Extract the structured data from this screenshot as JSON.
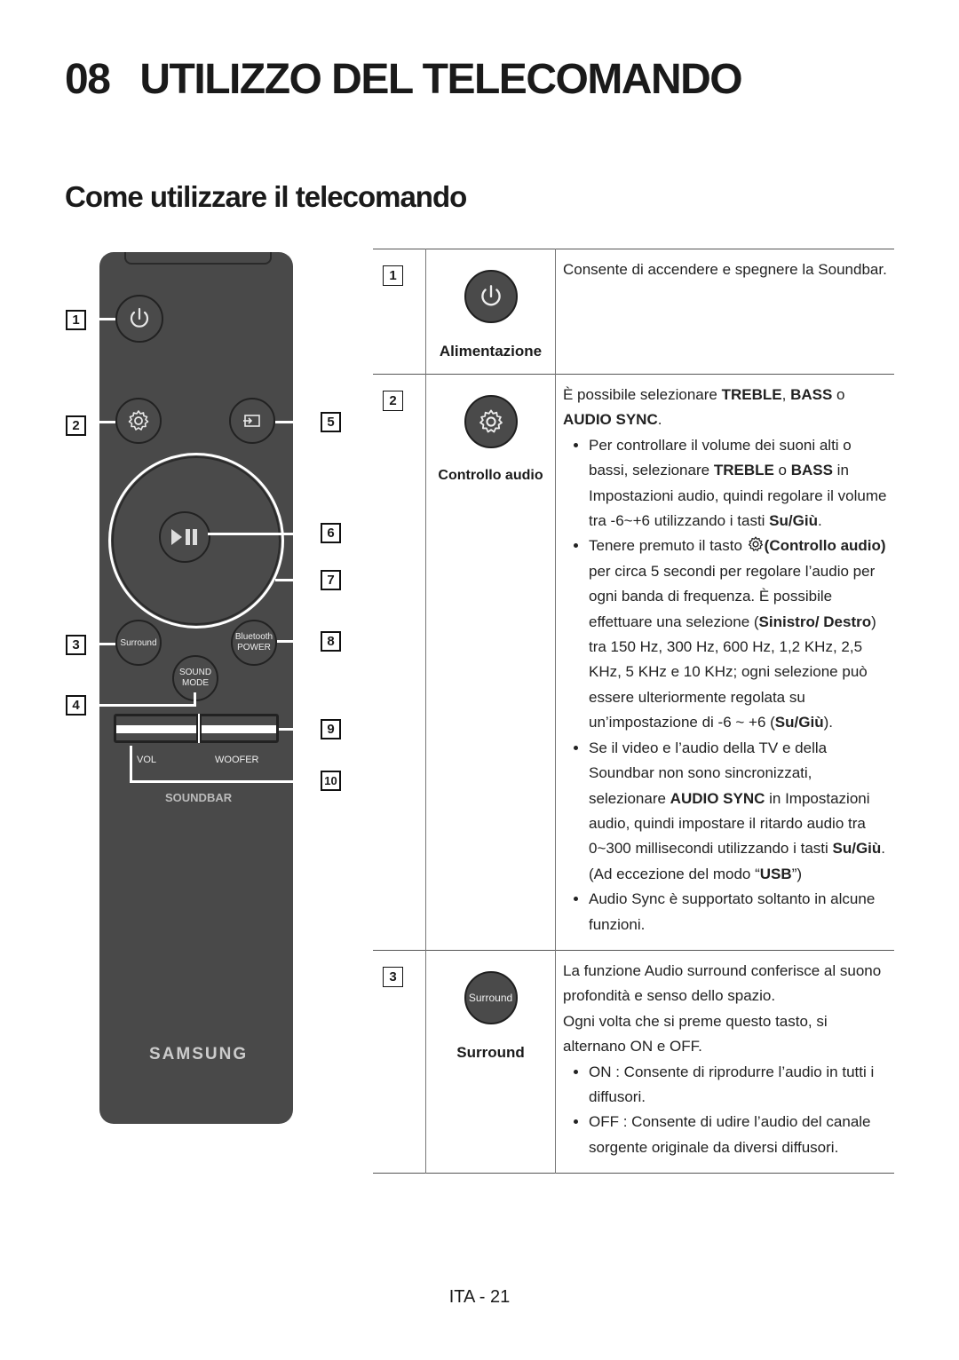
{
  "chapter": {
    "number": "08",
    "title": "UTILIZZO DEL TELECOMANDO"
  },
  "section_title": "Come utilizzare il telecomando",
  "remote": {
    "callouts": [
      "1",
      "2",
      "3",
      "4",
      "5",
      "6",
      "7",
      "8",
      "9",
      "10"
    ],
    "labels": {
      "surround": "Surround",
      "bluetooth": "Bluetooth",
      "power": "POWER",
      "sound": "SOUND",
      "mode": "MODE",
      "vol": "VOL",
      "woofer": "WOOFER",
      "soundbar": "SOUNDBAR",
      "brand": "SAMSUNG"
    }
  },
  "rows": [
    {
      "num": "1",
      "name": "Alimentazione",
      "desc": "Consente di accendere e spegnere la Soundbar."
    },
    {
      "num": "2",
      "name": "Controllo audio",
      "intro_a": "È possibile selezionare ",
      "intro_b": "TREBLE",
      "intro_c": ", ",
      "intro_d": "BASS",
      "intro_e": " o ",
      "intro_f": "AUDIO SYNC",
      "intro_g": ".",
      "b1_a": "Per controllare il volume dei suoni alti o bassi, selezionare ",
      "b1_b": "TREBLE",
      "b1_c": " o ",
      "b1_d": "BASS",
      "b1_e": " in Impostazioni audio, quindi regolare il volume tra -6~+6 utilizzando i tasti ",
      "b1_f": "Su/Giù",
      "b1_g": ".",
      "b2_a": "Tenere premuto il tasto ",
      "b2_b": "(Controllo audio)",
      "b2_c": " per circa 5 secondi per regolare l’audio per ogni banda di frequenza. È possibile effettuare una selezione (",
      "b2_d": "Sinistro/ Destro",
      "b2_e": ") tra 150 Hz, 300 Hz, 600 Hz, 1,2 KHz, 2,5 KHz, 5 KHz e 10 KHz; ogni selezione può essere ulteriormente regolata su un’impostazione di -6 ~ +6 (",
      "b2_f": "Su/Giù",
      "b2_g": ").",
      "b3_a": "Se il video e l’audio della TV e della Soundbar non sono sincronizzati, selezionare ",
      "b3_b": "AUDIO SYNC",
      "b3_c": " in Impostazioni audio, quindi impostare il ritardo audio tra 0~300 millisecondi utilizzando i tasti ",
      "b3_d": "Su/Giù",
      "b3_e": ". (Ad eccezione del modo “",
      "b3_f": "USB",
      "b3_g": "”)",
      "b4": "Audio Sync è supportato soltanto in alcune funzioni."
    },
    {
      "num": "3",
      "name": "Surround",
      "icon_label": "Surround",
      "p1": "La funzione Audio surround conferisce al suono profondità e senso dello spazio.",
      "p2": "Ogni volta che si preme questo tasto, si alternano ON e OFF.",
      "b1": "ON : Consente di riprodurre l’audio in tutti i diffusori.",
      "b2": "OFF : Consente di udire l’audio del canale sorgente originale da diversi diffusori."
    }
  ],
  "footer": "ITA - 21"
}
